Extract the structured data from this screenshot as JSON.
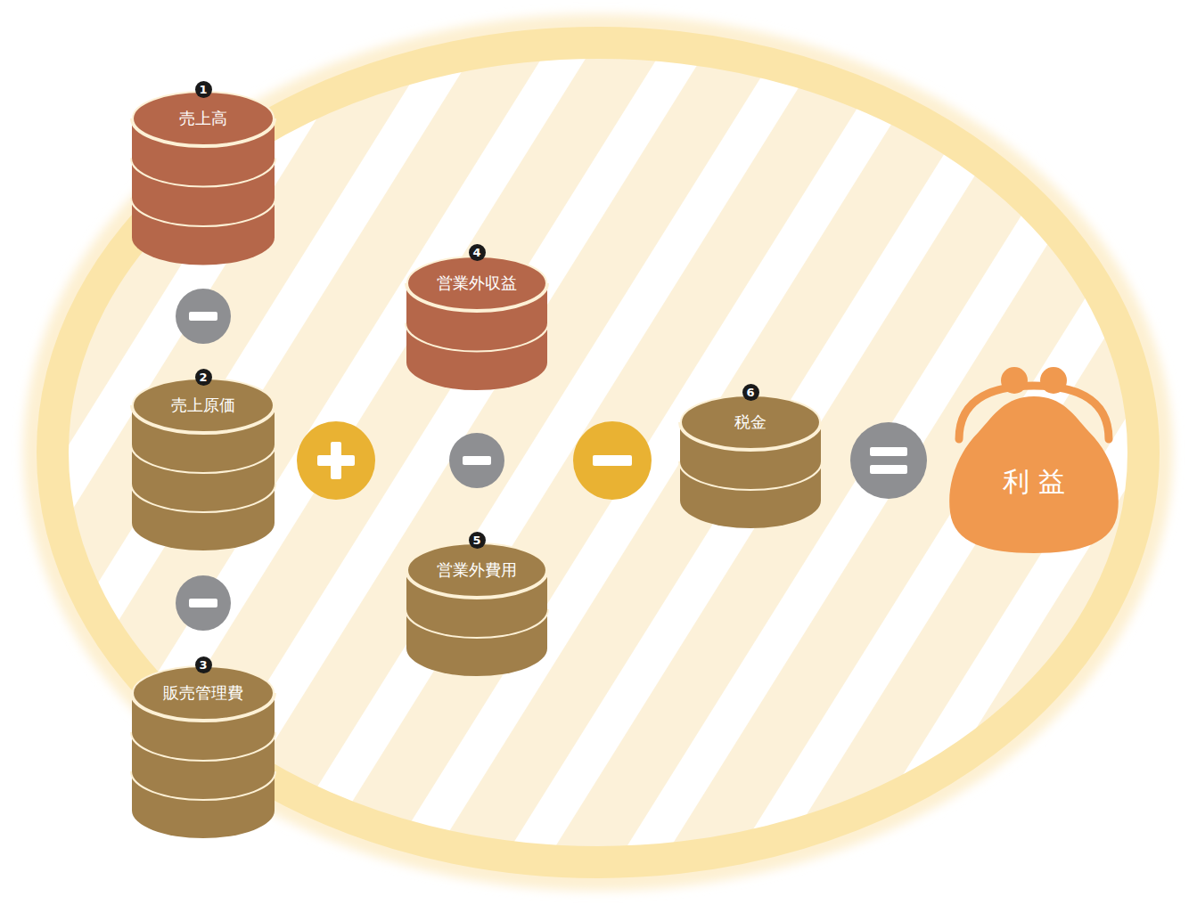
{
  "diagram": {
    "nodes": [
      {
        "text": [
          "売上高"
        ]
      },
      {
        "text": [
          "売上原価"
        ]
      },
      {
        "text": [
          "販売管理費"
        ]
      },
      {
        "text": [
          "営業外収益"
        ]
      },
      {
        "text": [
          "営業外費用"
        ]
      },
      {
        "text": [
          "税金"
        ]
      },
      {
        "text": [
          "利益"
        ]
      }
    ],
    "labels": [
      "1",
      "2",
      "3",
      "4",
      "5",
      "6"
    ]
  }
}
